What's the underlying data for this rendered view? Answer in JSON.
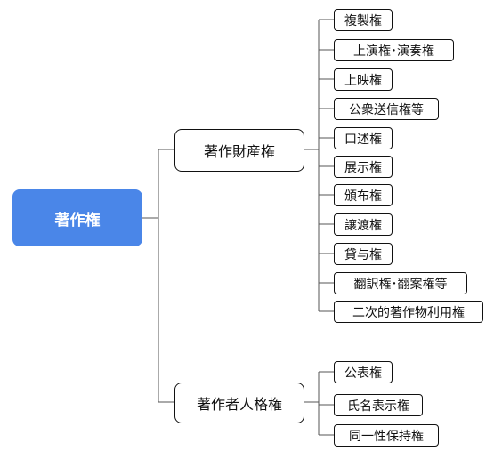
{
  "root": {
    "label": "著作権"
  },
  "branches": [
    {
      "label": "著作財産権",
      "children": [
        "複製権",
        "上演権･演奏権",
        "上映権",
        "公衆送信権等",
        "口述権",
        "展示権",
        "頒布権",
        "譲渡権",
        "貸与権",
        "翻訳権･翻案権等",
        "二次的著作物利用権"
      ]
    },
    {
      "label": "著作者人格権",
      "children": [
        "公表権",
        "氏名表示権",
        "同一性保持権"
      ]
    }
  ],
  "colors": {
    "root_fill": "#4a86e8",
    "root_text": "#ffffff",
    "border": "#111111",
    "connector": "#555555"
  }
}
